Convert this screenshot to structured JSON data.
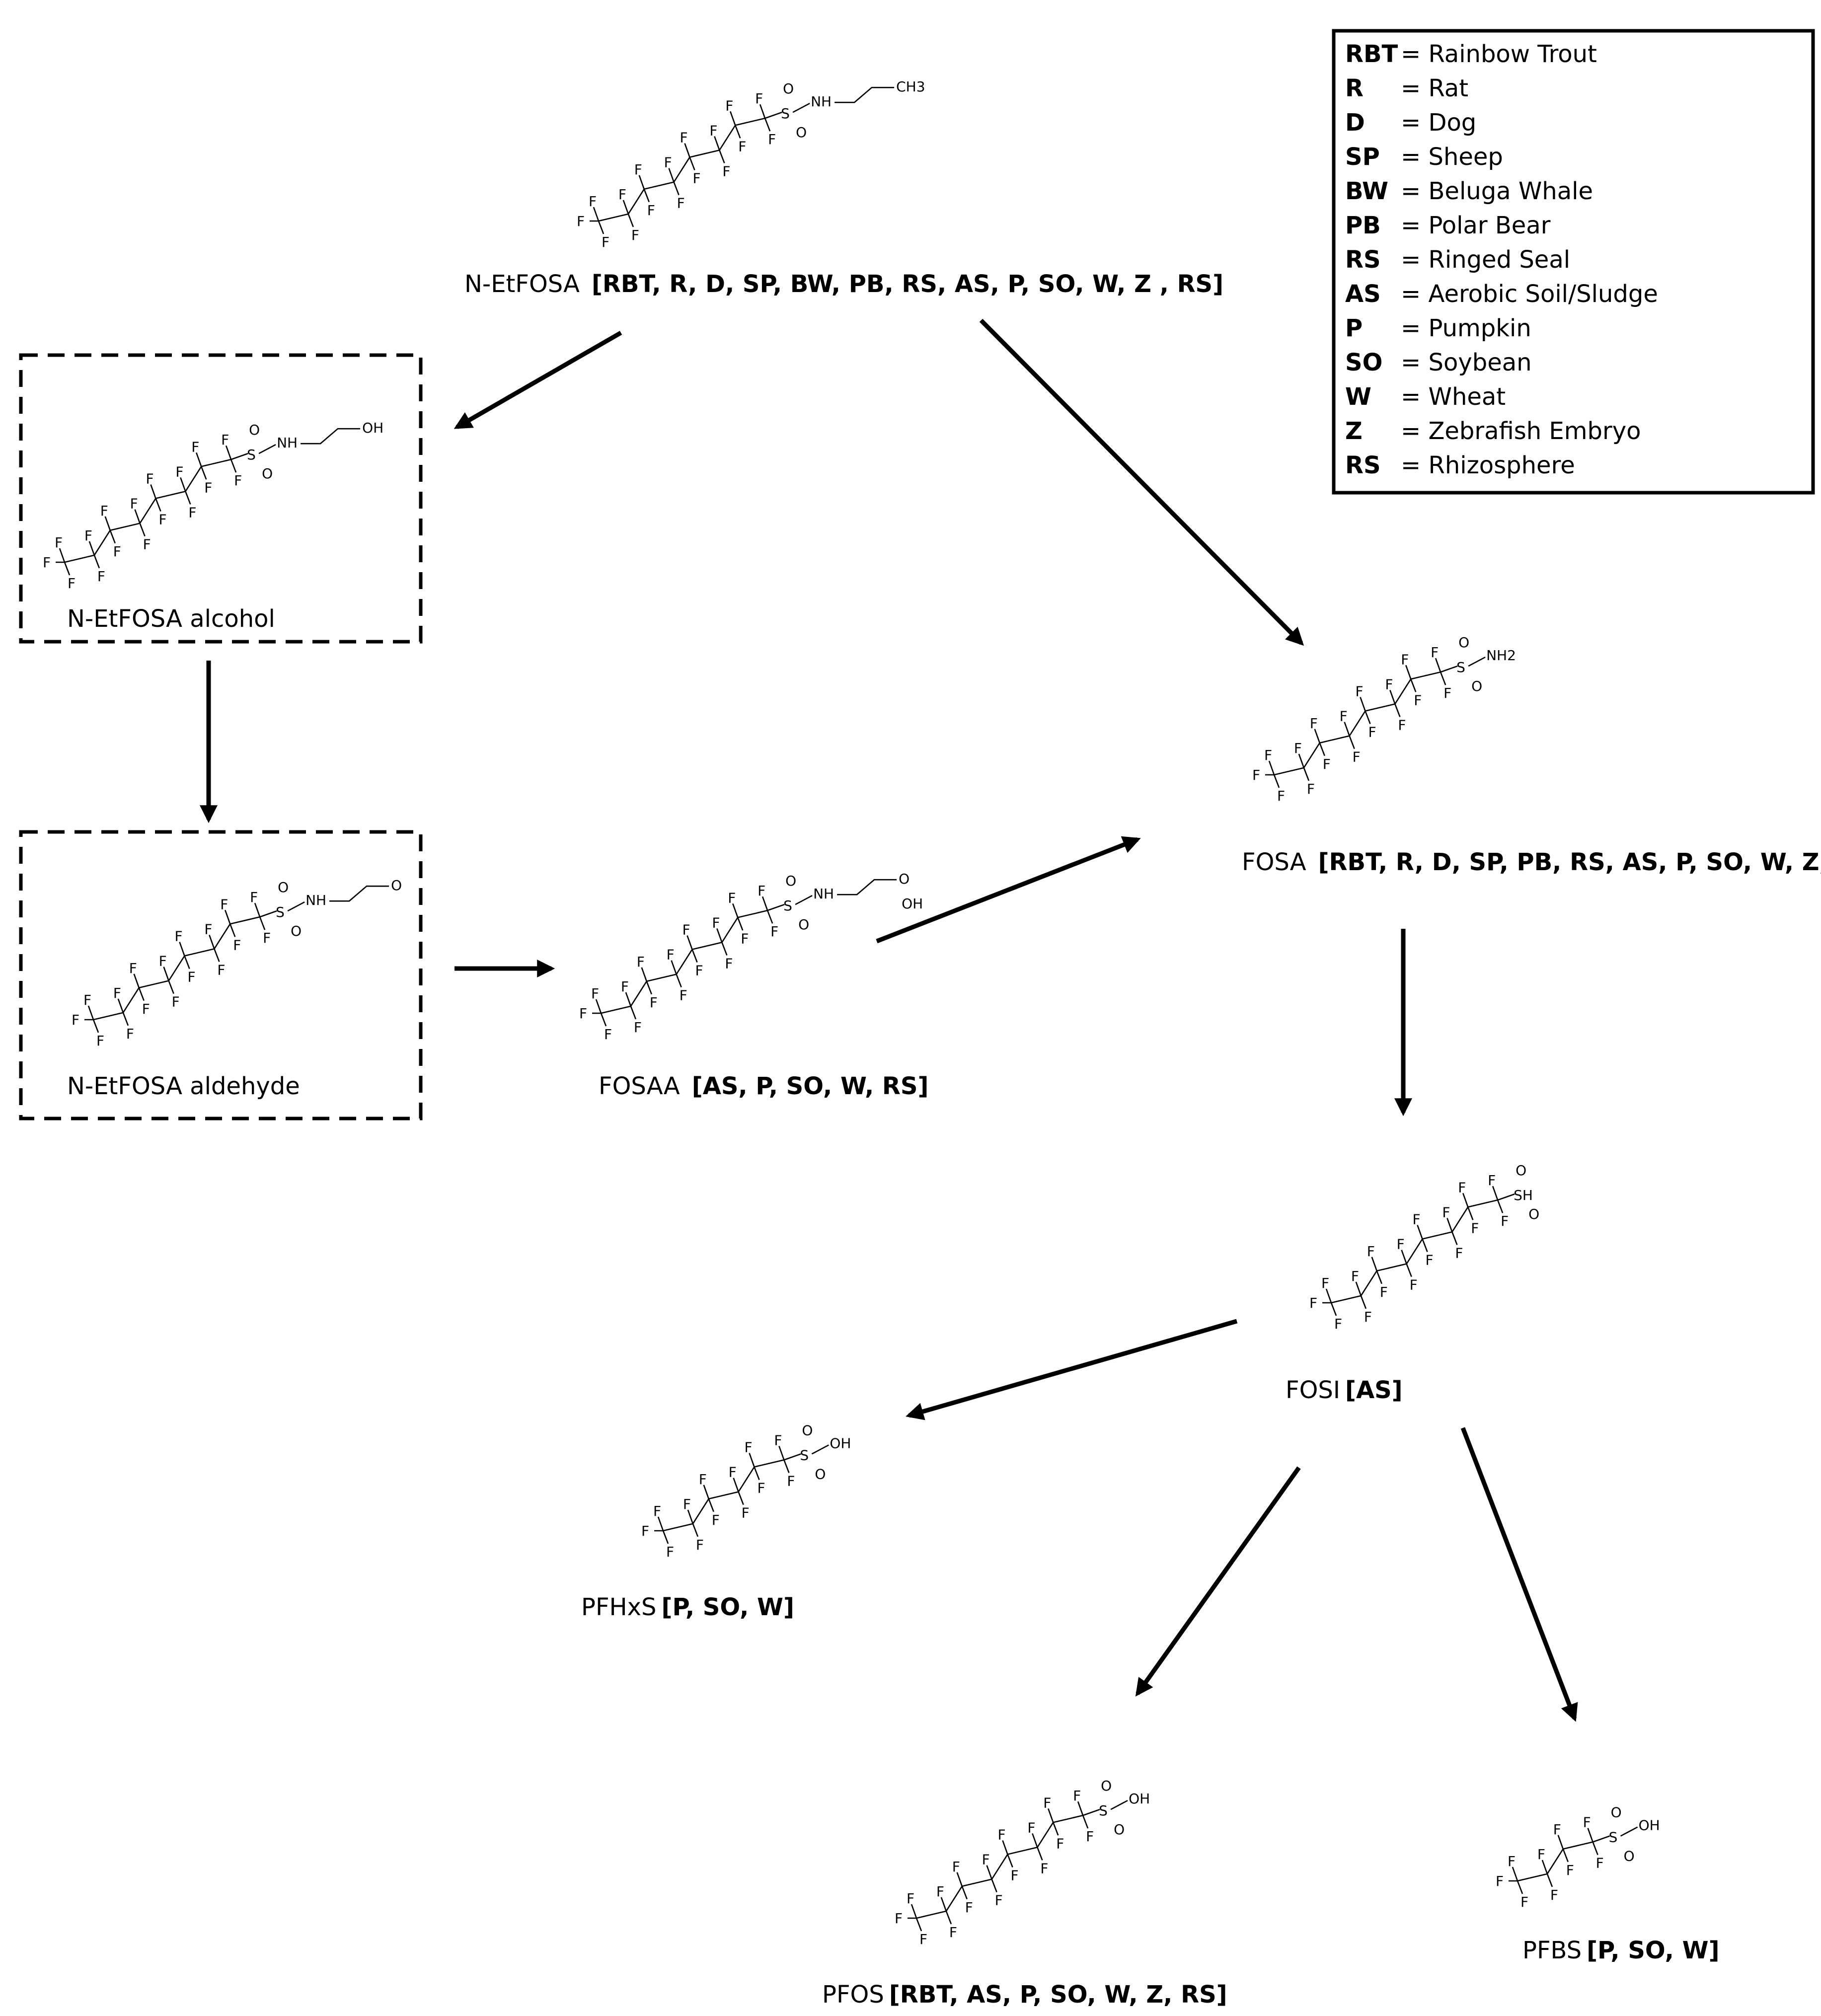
{
  "legend": [
    {
      "abbr": "RBT",
      "name": "= Rainbow Trout"
    },
    {
      "abbr": "R",
      "name": "= Rat"
    },
    {
      "abbr": "D",
      "name": "= Dog"
    },
    {
      "abbr": "SP",
      "name": "= Sheep"
    },
    {
      "abbr": "BW",
      "name": "= Beluga Whale"
    },
    {
      "abbr": "PB",
      "name": "= Polar Bear"
    },
    {
      "abbr": "RS",
      "name": "= Ringed Seal"
    },
    {
      "abbr": "AS",
      "name": "= Aerobic Soil/Sludge"
    },
    {
      "abbr": "P",
      "name": "= Pumpkin"
    },
    {
      "abbr": "SO",
      "name": "= Soybean"
    },
    {
      "abbr": "W",
      "name": "= Wheat"
    },
    {
      "abbr": "Z",
      "name": "= Zebrafish Embryo"
    },
    {
      "abbr": "RS",
      "name": "= Rhizosphere"
    }
  ],
  "compounds": {
    "netfosa": {
      "name": "N-EtFOSA",
      "sources": "[RBT, R, D, SP, BW, PB, RS, AS, P, SO, W, Z , RS]",
      "head": [
        "O",
        "S",
        "O",
        "NH",
        "CH3"
      ]
    },
    "alcohol": {
      "name": "N-EtFOSA alcohol",
      "head": [
        "O",
        "S",
        "O",
        "NH",
        "OH"
      ]
    },
    "aldehyde": {
      "name": "N-EtFOSA aldehyde",
      "head": [
        "O",
        "S",
        "O",
        "NH",
        "O"
      ]
    },
    "fosaa": {
      "name": "FOSAA",
      "sources": "[AS, P, SO, W, RS]",
      "head": [
        "O",
        "S",
        "O",
        "NH",
        "O",
        "OH"
      ]
    },
    "fosa": {
      "name": "FOSA",
      "sources": "[RBT, R, D, SP, PB, RS, AS, P, SO, W, Z, RS ]",
      "head": [
        "O",
        "S",
        "O",
        "NH2"
      ]
    },
    "fosi": {
      "name": "FOSI",
      "sources": "[AS]",
      "head": [
        "O",
        "SH",
        "O"
      ]
    },
    "pfhxs": {
      "name": "PFHxS",
      "sources": "[P, SO, W]",
      "head": [
        "O",
        "S",
        "O",
        "OH"
      ]
    },
    "pfos": {
      "name": "PFOS",
      "sources": "[RBT, AS, P, SO, W, Z, RS]",
      "head": [
        "O",
        "S",
        "O",
        "OH"
      ]
    },
    "pfbs": {
      "name": "PFBS",
      "sources": "[P, SO, W]",
      "head": [
        "O",
        "S",
        "O",
        "OH"
      ]
    }
  },
  "fluorine_symbol": "F"
}
